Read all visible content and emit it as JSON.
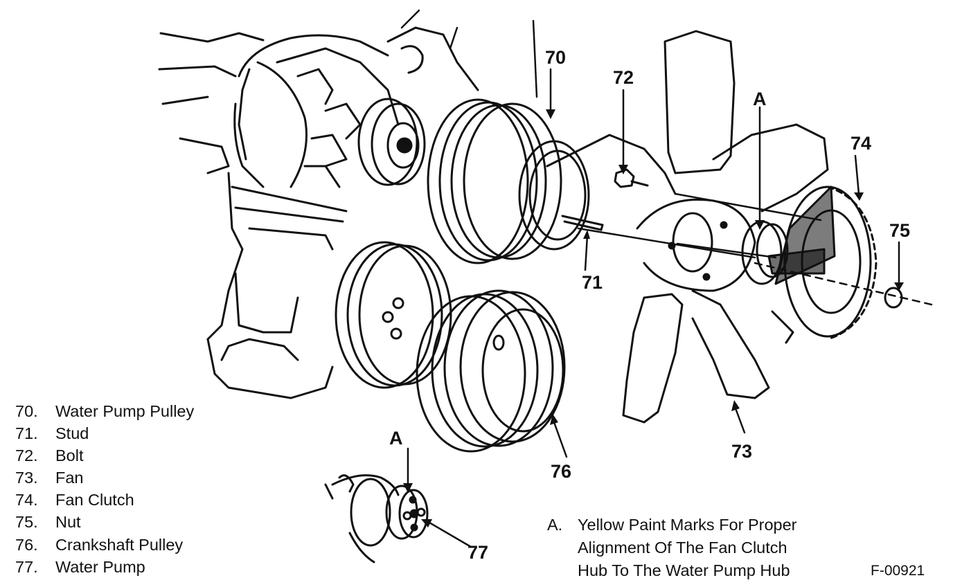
{
  "callouts": {
    "c70": "70",
    "c71": "71",
    "c72": "72",
    "c73": "73",
    "c74": "74",
    "c75": "75",
    "c76": "76",
    "c77": "77",
    "a_top": "A",
    "a_inset": "A"
  },
  "legend": [
    {
      "num": "70.",
      "label": "Water Pump Pulley"
    },
    {
      "num": "71.",
      "label": "Stud"
    },
    {
      "num": "72.",
      "label": "Bolt"
    },
    {
      "num": "73.",
      "label": "Fan"
    },
    {
      "num": "74.",
      "label": "Fan Clutch"
    },
    {
      "num": "75.",
      "label": "Nut"
    },
    {
      "num": "76.",
      "label": "Crankshaft Pulley"
    },
    {
      "num": "77.",
      "label": "Water Pump"
    }
  ],
  "note": {
    "key": "A.",
    "line1": "Yellow Paint Marks For Proper",
    "line2": "Alignment Of The Fan Clutch",
    "line3": "Hub To The Water Pump Hub"
  },
  "figure_code": "F-00921"
}
